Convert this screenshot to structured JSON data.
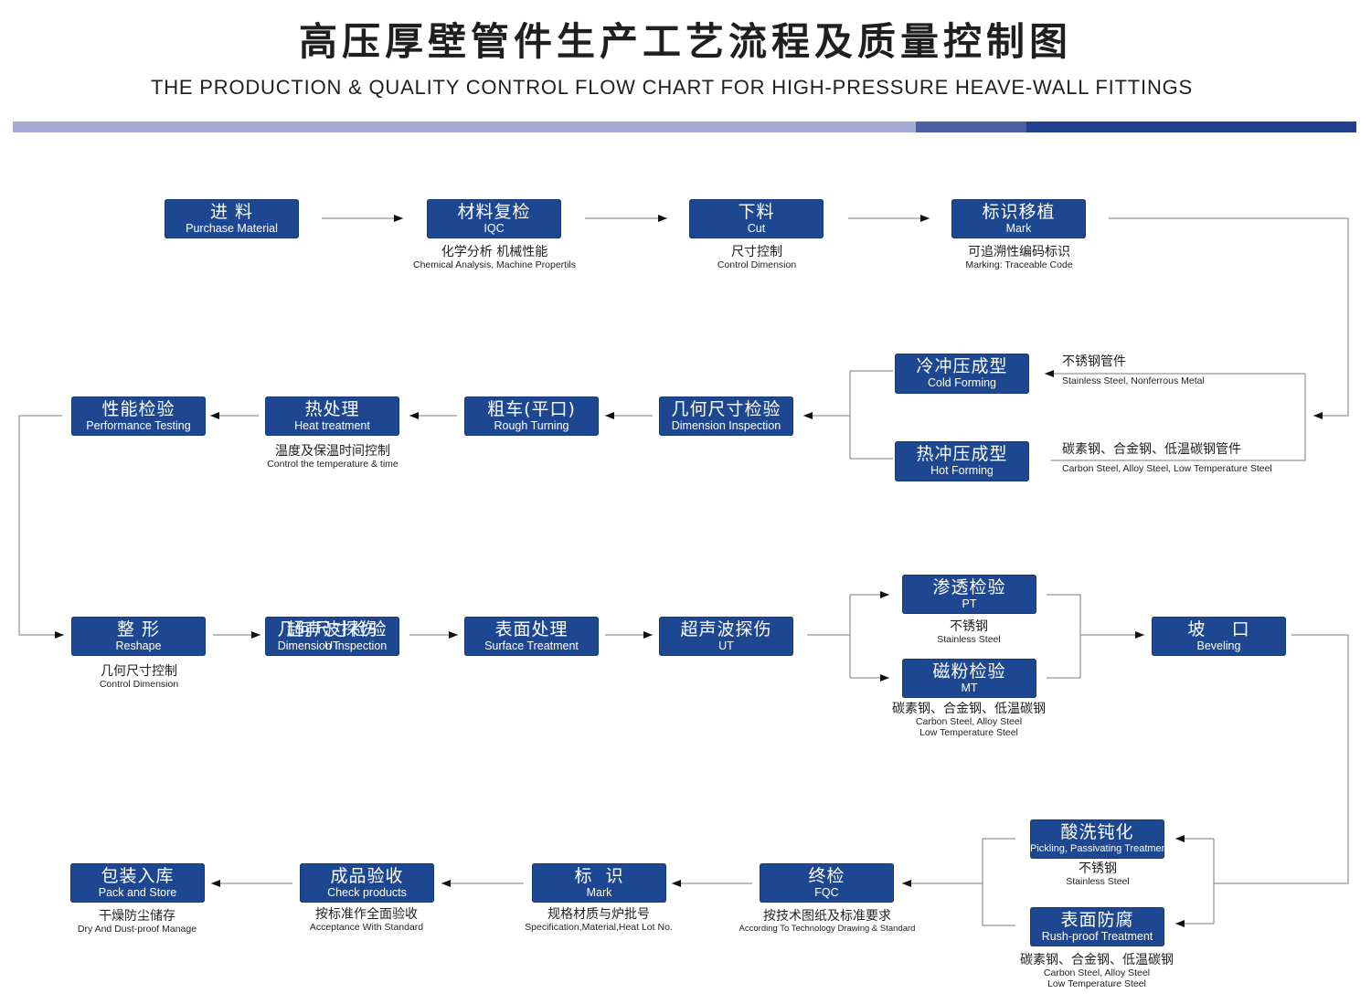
{
  "header": {
    "title_cn": "高压厚壁管件生产工艺流程及质量控制图",
    "title_en": "THE PRODUCTION & QUALITY CONTROL FLOW CHART FOR HIGH-PRESSURE HEAVE-WALL  FITTINGS"
  },
  "colors": {
    "box_fill": "#1e4791",
    "stripe_light": "#a7aad4",
    "stripe_mid": "#4b5ea3",
    "stripe_dark": "#213f8f",
    "line": "#7a7a7a",
    "text": "#1a1a1a"
  },
  "steps": {
    "purchase": {
      "cn": "进 料",
      "en": "Purchase Material"
    },
    "iqc": {
      "cn": "材料复检",
      "en": "IQC"
    },
    "cut": {
      "cn": "下料",
      "en": "Cut"
    },
    "mark1": {
      "cn": "标识移植",
      "en": "Mark"
    },
    "cold": {
      "cn": "冷冲压成型",
      "en": "Cold Forming"
    },
    "hot": {
      "cn": "热冲压成型",
      "en": "Hot Forming"
    },
    "dim1": {
      "cn": "几何尺寸检验",
      "en": "Dimension Inspection"
    },
    "rough": {
      "cn": "粗车(平口)",
      "en": "Rough Turning"
    },
    "heat": {
      "cn": "热处理",
      "en": "Heat treatment"
    },
    "perf": {
      "cn": "性能检验",
      "en": "Performance Testing"
    },
    "reshape": {
      "cn": "整 形",
      "en": "Reshape"
    },
    "dim2": {
      "cn": "几何尺寸检验",
      "en": "Dimension Inspection"
    },
    "dim2_overlay": {
      "cn": "超声波探伤",
      "en": "UT"
    },
    "surface": {
      "cn": "表面处理",
      "en": "Surface Treatment"
    },
    "ut": {
      "cn": "超声波探伤",
      "en": "UT"
    },
    "pt": {
      "cn": "渗透检验",
      "en": "PT"
    },
    "mt": {
      "cn": "磁粉检验",
      "en": "MT"
    },
    "bevel": {
      "cn": "坡    口",
      "en": "Beveling"
    },
    "pickling": {
      "cn": "酸洗钝化",
      "en": "Pickling, Passivating  Treatment"
    },
    "rustproof": {
      "cn": "表面防腐",
      "en": "Rush-proof Treatment"
    },
    "fqc": {
      "cn": "终检",
      "en": "FQC"
    },
    "mark2": {
      "cn": "标  识",
      "en": "Mark"
    },
    "check": {
      "cn": "成品验收",
      "en": "Check products"
    },
    "pack": {
      "cn": "包装入库",
      "en": "Pack and Store"
    }
  },
  "notes": {
    "iqc": {
      "cn": "化学分析  机械性能",
      "en": "Chemical  Analysis,  Machine Propertils"
    },
    "cut": {
      "cn": "尺寸控制",
      "en": "Control Dimension"
    },
    "mark1": {
      "cn": "可追溯性编码标识",
      "en": "Marking: Traceable  Code"
    },
    "cold": {
      "cn": "不锈钢管件",
      "en": "Stainless Steel, Nonferrous Metal"
    },
    "hot": {
      "cn": "碳素钢、合金钢、低温碳钢管件",
      "en": "Carbon Steel, Alloy Steel, Low Temperature Steel"
    },
    "heat": {
      "cn": "温度及保温时间控制",
      "en": "Control the  temperature  &  time"
    },
    "reshape": {
      "cn": "几何尺寸控制",
      "en": "Control Dimension"
    },
    "pt": {
      "cn": "不锈钢",
      "en": "Stainless Steel"
    },
    "mt": {
      "cn": "碳素钢、合金钢、低温碳钢",
      "en": "Carbon Steel, Alloy Steel",
      "en2": "Low Temperature Steel"
    },
    "pickling": {
      "cn": "不锈钢",
      "en": "Stainless Steel"
    },
    "rustproof": {
      "cn": "碳素钢、合金钢、低温碳钢",
      "en": "Carbon Steel, Alloy Steel",
      "en2": "Low Temperature Steel"
    },
    "fqc": {
      "cn": "按技术图纸及标准要求",
      "en": "According To Technology Drawing & Standard"
    },
    "mark2": {
      "cn": "规格材质与炉批号",
      "en": "Specification,Material,Heat Lot No."
    },
    "check": {
      "cn": "按标准作全面验收",
      "en": "Acceptance  With  Standard"
    },
    "pack": {
      "cn": "干燥防尘储存",
      "en": "Dry  And Dust-proof  Manage"
    }
  }
}
